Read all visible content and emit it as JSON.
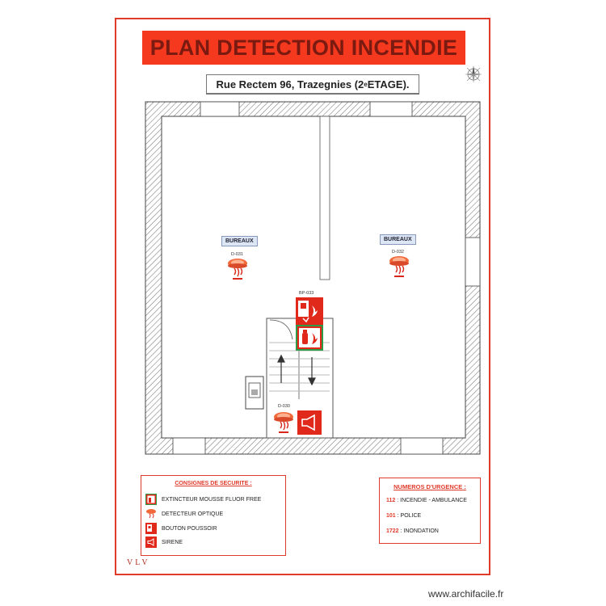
{
  "title": "PLAN DETECTION INCENDIE",
  "address": {
    "main": "Rue Rectem 96, Trazegnies (2",
    "superscript": "e",
    "tail": " ETAGE)."
  },
  "rooms": [
    {
      "label": "BUREAUX",
      "detector_code": "D-031"
    },
    {
      "label": "BUREAUX",
      "detector_code": "D-032"
    }
  ],
  "stair_detector_code": "D-030",
  "push_button_code": "BP-033",
  "legend": {
    "title": "CONSIGNES DE SECURITE :",
    "items": [
      {
        "icon": "fire-extinguisher-icon",
        "label": "EXTINCTEUR MOUSSE FLUOR FREE"
      },
      {
        "icon": "smoke-detector-icon",
        "label": "DETECTEUR OPTIQUE"
      },
      {
        "icon": "push-button-icon",
        "label": "BOUTON POUSSOIR"
      },
      {
        "icon": "siren-icon",
        "label": "SIRENE"
      }
    ]
  },
  "emergency": {
    "title": "NUMEROS D'URGENCE :",
    "items": [
      {
        "number": "112",
        "label": " : INCENDIE - AMBULANCE"
      },
      {
        "number": "101",
        "label": " : POLICE"
      },
      {
        "number": "1722",
        "label": " : INONDATION"
      }
    ]
  },
  "signature": "VLV",
  "watermark": "www.archifacile.fr",
  "colors": {
    "accent_red": "#e03a2a",
    "banner_red": "#f4391f",
    "safety_green": "#2e9a48",
    "label_blue": "#dce6f4"
  }
}
